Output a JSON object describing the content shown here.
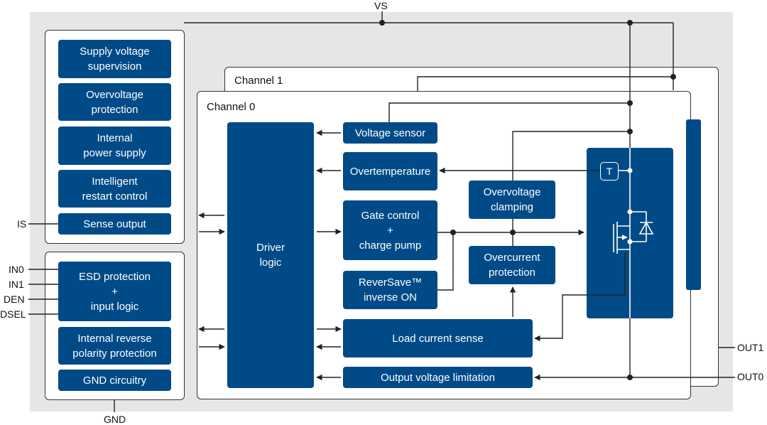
{
  "diagram": {
    "pins": {
      "vs": "VS",
      "is": "IS",
      "in0": "IN0",
      "in1": "IN1",
      "den": "DEN",
      "dsel": "DSEL",
      "gnd": "GND",
      "out1": "OUT1",
      "out0": "OUT0"
    },
    "panels": {
      "channel1": "Channel 1",
      "channel0": "Channel 0"
    },
    "left_top_blocks": {
      "supply_voltage_supervision": "Supply voltage\nsupervision",
      "overvoltage_protection": "Overvoltage\nprotection",
      "internal_power_supply": "Internal\npower supply",
      "intelligent_restart_control": "Intelligent\nrestart control",
      "sense_output": "Sense output"
    },
    "left_bottom_blocks": {
      "esd_protection_input_logic": "ESD protection\n+\ninput logic",
      "internal_reverse_polarity_protection": "Internal reverse\npolarity protection",
      "gnd_circuitry": "GND circuitry"
    },
    "channel_blocks": {
      "driver_logic": "Driver\nlogic",
      "voltage_sensor": "Voltage sensor",
      "overtemperature": "Overtemperature",
      "gate_control_charge_pump": "Gate control\n+\ncharge pump",
      "reversave_inverse_on": "ReverSave™\ninverse ON",
      "load_current_sense": "Load current sense",
      "output_voltage_limitation": "Output voltage limitation",
      "overvoltage_clamping": "Overvoltage\nclamping",
      "overcurrent_protection": "Overcurrent\nprotection",
      "temperature_sensor": "T"
    },
    "colors": {
      "block": "#004b87",
      "background": "#e6e6e6",
      "line": "#222222"
    }
  }
}
